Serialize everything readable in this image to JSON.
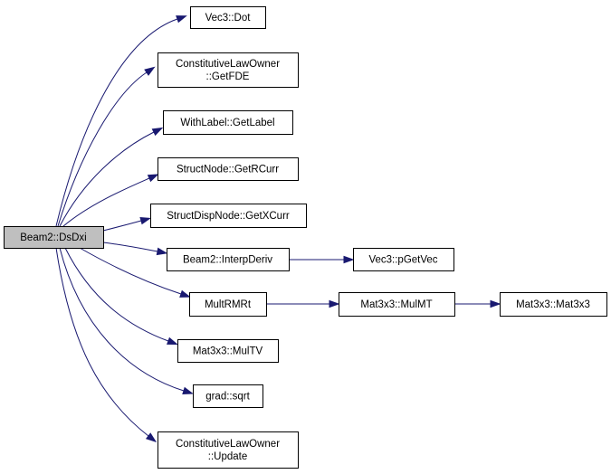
{
  "diagram": {
    "nodes": [
      {
        "id": "beam2-dsdxi",
        "lines": [
          "Beam2::DsDxi"
        ],
        "fill": "#bfbfbf",
        "root": true
      },
      {
        "id": "vec3-dot",
        "lines": [
          "Vec3::Dot"
        ]
      },
      {
        "id": "constitutivelawowner-getfde",
        "lines": [
          "ConstitutiveLawOwner",
          "::GetFDE"
        ]
      },
      {
        "id": "withlabel-getlabel",
        "lines": [
          "WithLabel::GetLabel"
        ]
      },
      {
        "id": "structnode-getrcurr",
        "lines": [
          "StructNode::GetRCurr"
        ]
      },
      {
        "id": "structdispnode-getxcurr",
        "lines": [
          "StructDispNode::GetXCurr"
        ]
      },
      {
        "id": "beam2-interpderiv",
        "lines": [
          "Beam2::InterpDeriv"
        ]
      },
      {
        "id": "vec3-pgetvec",
        "lines": [
          "Vec3::pGetVec"
        ]
      },
      {
        "id": "multrmrt",
        "lines": [
          "MultRMRt"
        ]
      },
      {
        "id": "mat3x3-mulmt",
        "lines": [
          "Mat3x3::MulMT"
        ]
      },
      {
        "id": "mat3x3-mat3x3",
        "lines": [
          "Mat3x3::Mat3x3"
        ]
      },
      {
        "id": "mat3x3-multv",
        "lines": [
          "Mat3x3::MulTV"
        ]
      },
      {
        "id": "grad-sqrt",
        "lines": [
          "grad::sqrt"
        ]
      },
      {
        "id": "constitutivelawowner-update",
        "lines": [
          "ConstitutiveLawOwner",
          "::Update"
        ]
      }
    ],
    "edges": [
      {
        "from": "beam2-dsdxi",
        "to": "vec3-dot"
      },
      {
        "from": "beam2-dsdxi",
        "to": "constitutivelawowner-getfde"
      },
      {
        "from": "beam2-dsdxi",
        "to": "withlabel-getlabel"
      },
      {
        "from": "beam2-dsdxi",
        "to": "structnode-getrcurr"
      },
      {
        "from": "beam2-dsdxi",
        "to": "structdispnode-getxcurr"
      },
      {
        "from": "beam2-dsdxi",
        "to": "beam2-interpderiv"
      },
      {
        "from": "beam2-dsdxi",
        "to": "multrmrt"
      },
      {
        "from": "beam2-dsdxi",
        "to": "mat3x3-multv"
      },
      {
        "from": "beam2-dsdxi",
        "to": "grad-sqrt"
      },
      {
        "from": "beam2-dsdxi",
        "to": "constitutivelawowner-update"
      },
      {
        "from": "beam2-interpderiv",
        "to": "vec3-pgetvec"
      },
      {
        "from": "multrmrt",
        "to": "mat3x3-mulmt"
      },
      {
        "from": "mat3x3-mulmt",
        "to": "mat3x3-mat3x3"
      }
    ],
    "colors": {
      "edge": "#191970",
      "node_fill": "#ffffff",
      "node_border": "#000000"
    }
  }
}
